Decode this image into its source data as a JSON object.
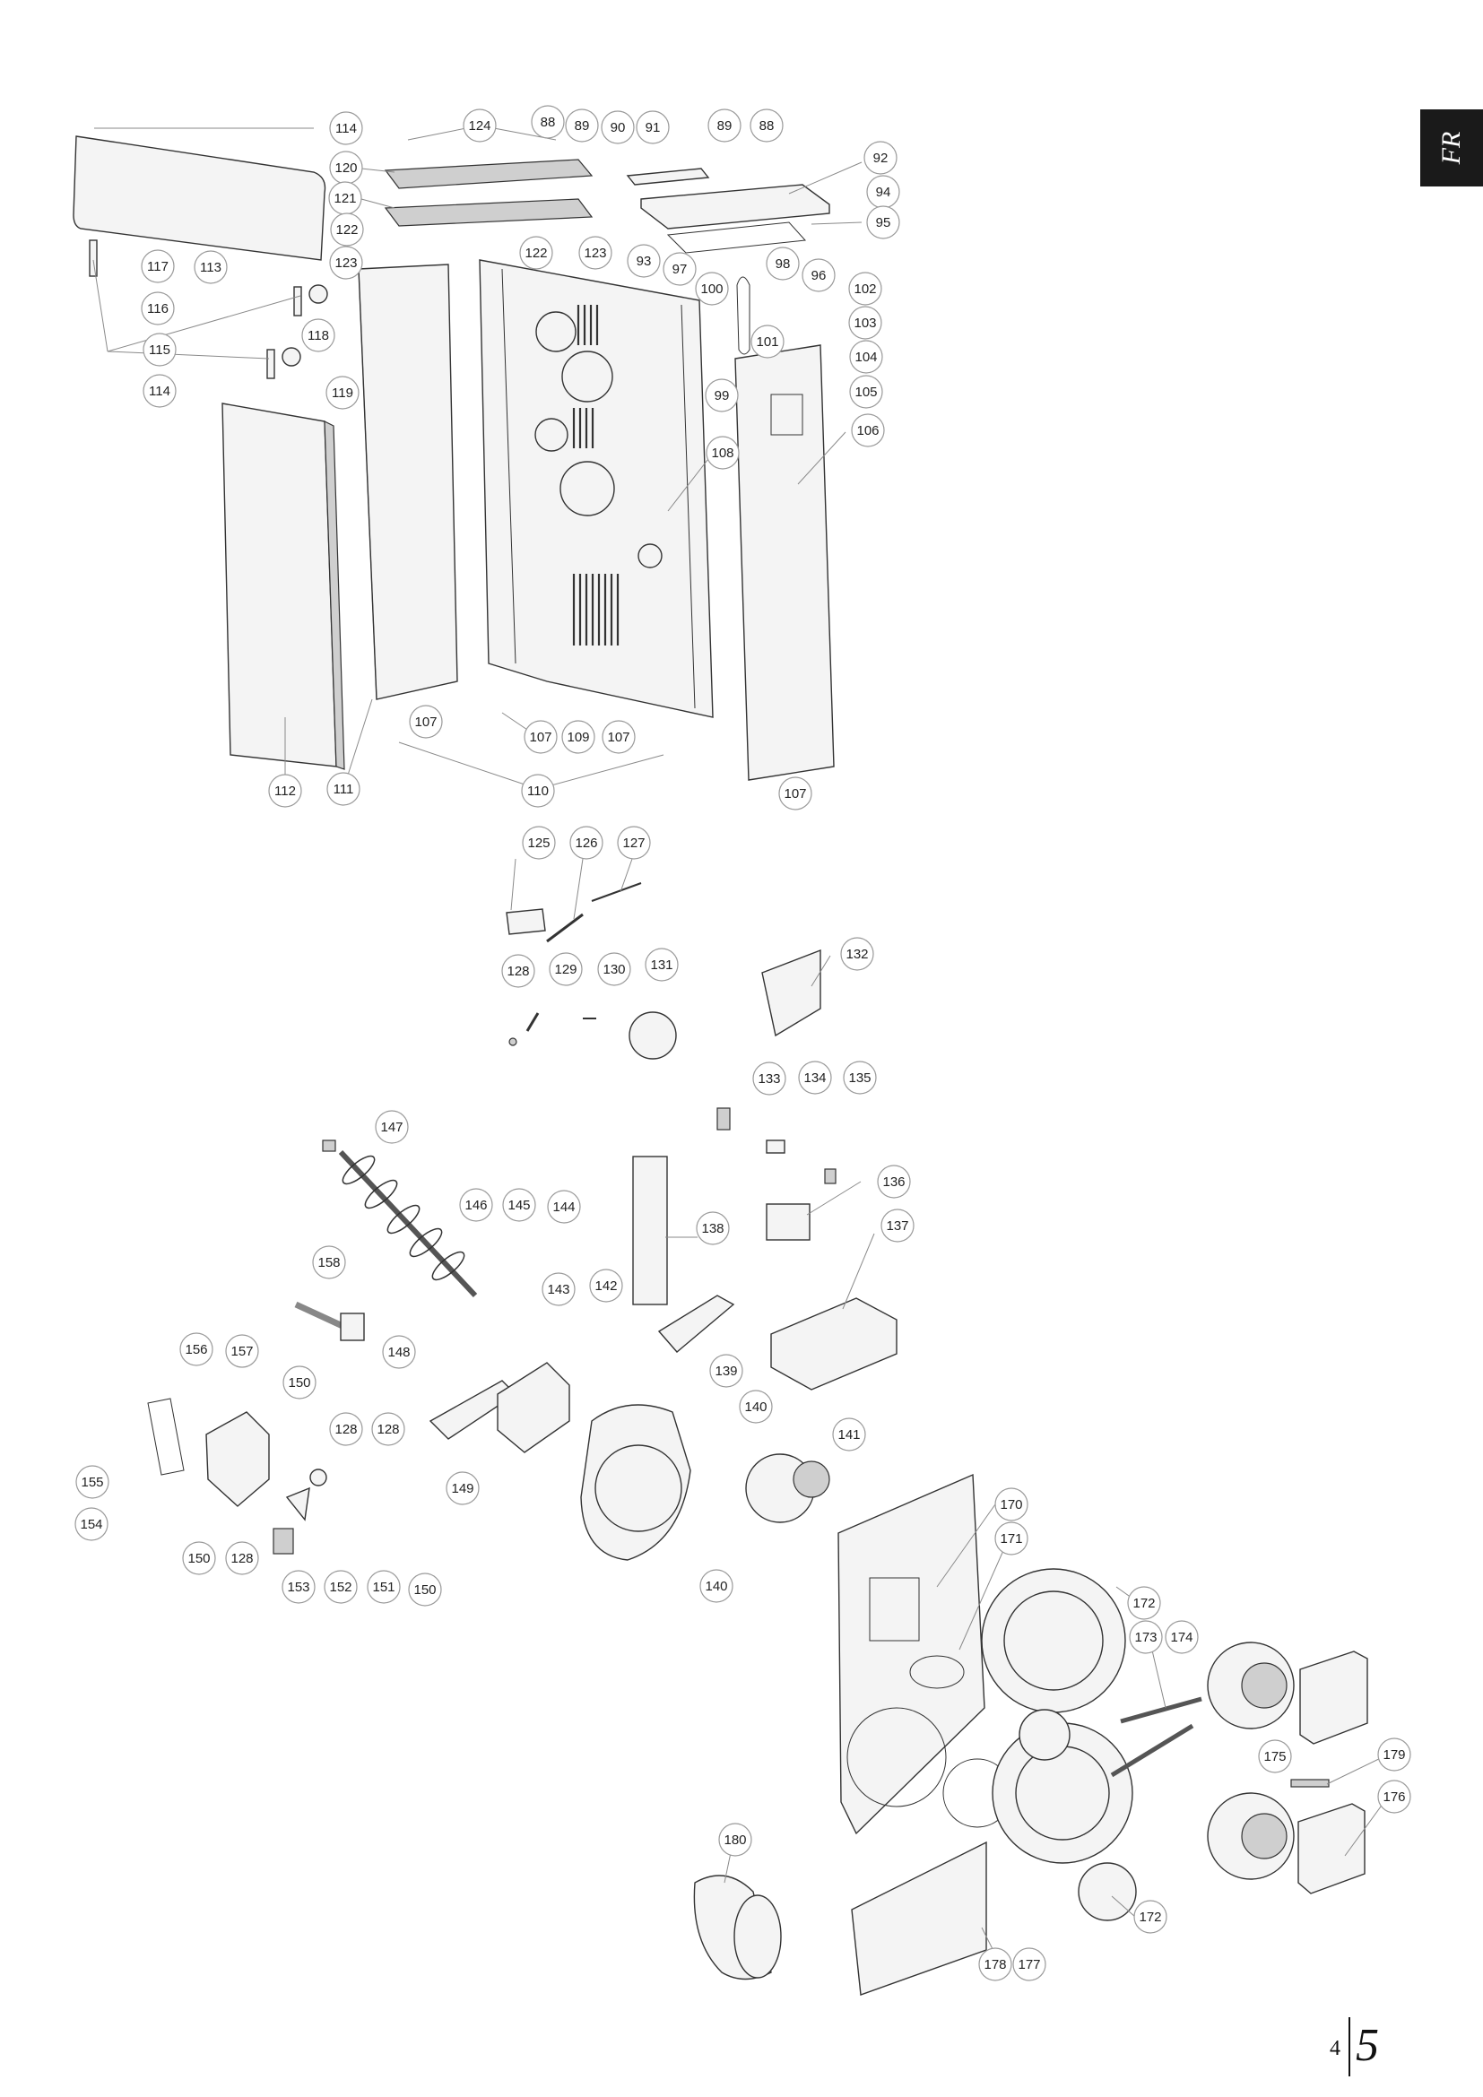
{
  "page": {
    "language_tab": "FR",
    "page_left": "4",
    "page_right": "5"
  },
  "callouts": [
    "114",
    "124",
    "88",
    "89",
    "90",
    "91",
    "89",
    "88",
    "120",
    "92",
    "121",
    "94",
    "122",
    "95",
    "117",
    "113",
    "123",
    "122",
    "123",
    "93",
    "97",
    "98",
    "96",
    "116",
    "100",
    "102",
    "103",
    "118",
    "101",
    "104",
    "115",
    "119",
    "114",
    "99",
    "105",
    "106",
    "108",
    "107",
    "107",
    "109",
    "107",
    "110",
    "112",
    "111",
    "107",
    "125",
    "126",
    "127",
    "128",
    "129",
    "130",
    "131",
    "132",
    "133",
    "134",
    "135",
    "147",
    "136",
    "146",
    "145",
    "144",
    "137",
    "138",
    "158",
    "143",
    "142",
    "156",
    "157",
    "148",
    "139",
    "150",
    "128",
    "128",
    "140",
    "141",
    "155",
    "149",
    "154",
    "150",
    "128",
    "153",
    "152",
    "151",
    "150",
    "140",
    "170",
    "171",
    "172",
    "173",
    "174",
    "175",
    "179",
    "176",
    "180",
    "172",
    "178",
    "177"
  ]
}
